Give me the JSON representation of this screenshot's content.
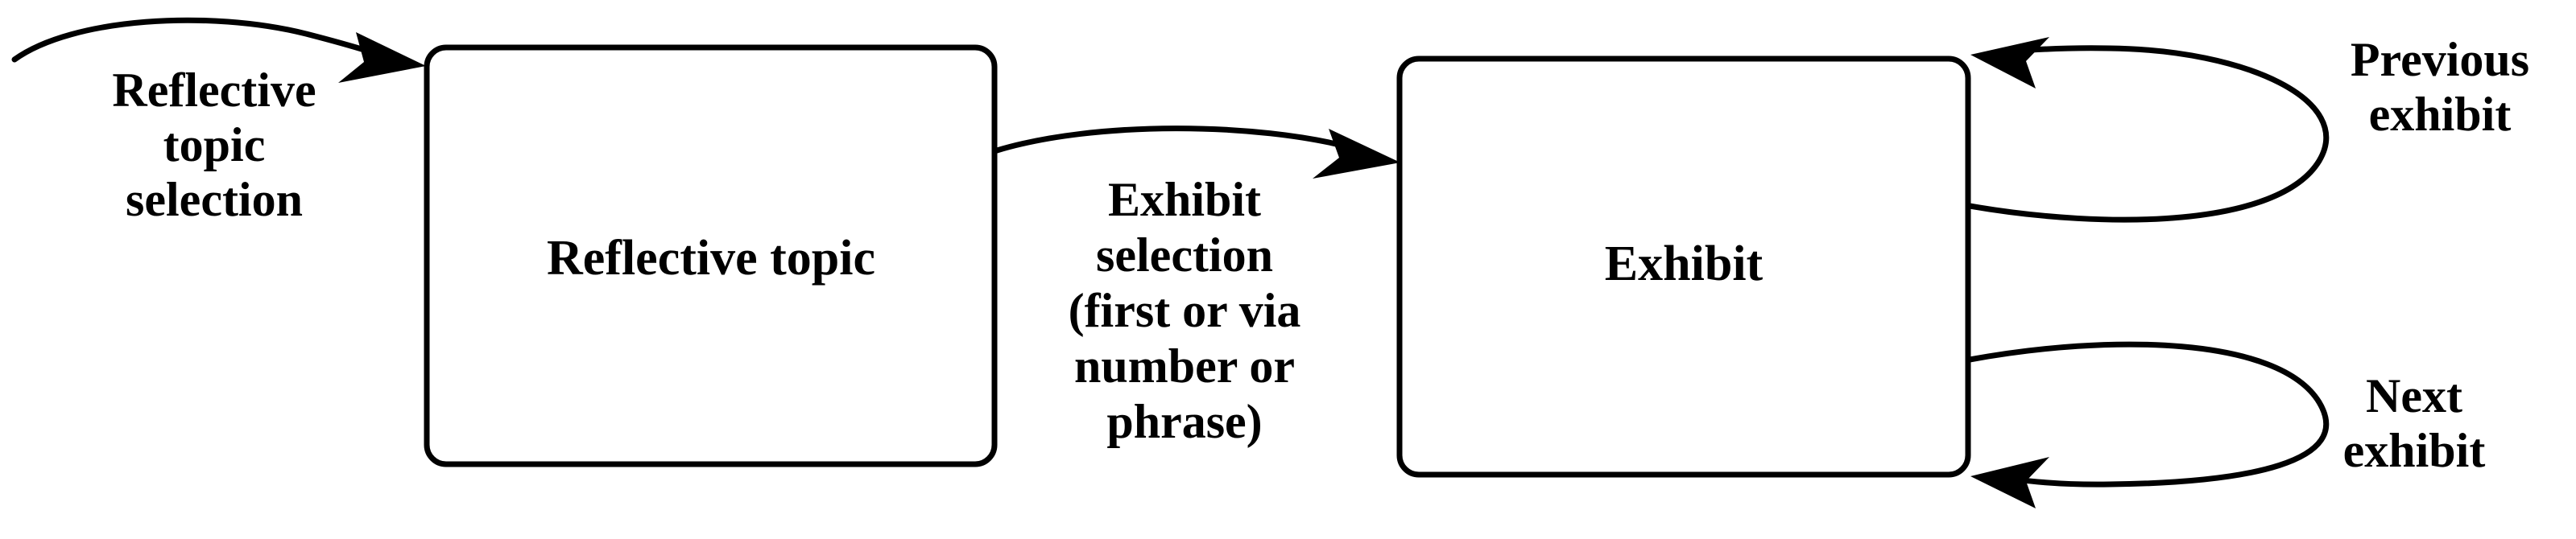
{
  "diagram": {
    "type": "state-transition-diagram",
    "background_color": "#ffffff",
    "line_color": "#000000",
    "nodes": [
      {
        "id": "reflective-topic",
        "label": "Reflective topic",
        "shape": "rounded-rectangle"
      },
      {
        "id": "exhibit",
        "label": "Exhibit",
        "shape": "rounded-rectangle"
      }
    ],
    "edges": [
      {
        "id": "entry-to-reflective-topic",
        "from": "start",
        "to": "reflective-topic",
        "label_lines": [
          "Reflective",
          "topic",
          "selection"
        ]
      },
      {
        "id": "reflective-topic-to-exhibit",
        "from": "reflective-topic",
        "to": "exhibit",
        "label_lines": [
          "Exhibit",
          "selection",
          "(first or via",
          "number or",
          "phrase)"
        ]
      },
      {
        "id": "exhibit-previous-loop",
        "from": "exhibit",
        "to": "exhibit",
        "label_lines": [
          "Previous",
          "exhibit"
        ]
      },
      {
        "id": "exhibit-next-loop",
        "from": "exhibit",
        "to": "exhibit",
        "label_lines": [
          "Next",
          "exhibit"
        ]
      }
    ]
  },
  "labels": {
    "node_reflective_topic": "Reflective topic",
    "node_exhibit": "Exhibit",
    "entry_line1": "Reflective",
    "entry_line2": "topic",
    "entry_line3": "selection",
    "transition_line1": "Exhibit",
    "transition_line2": "selection",
    "transition_line3": "(first or via",
    "transition_line4": "number or",
    "transition_line5": "phrase)",
    "previous_line1": "Previous",
    "previous_line2": "exhibit",
    "next_line1": "Next",
    "next_line2": "exhibit"
  }
}
